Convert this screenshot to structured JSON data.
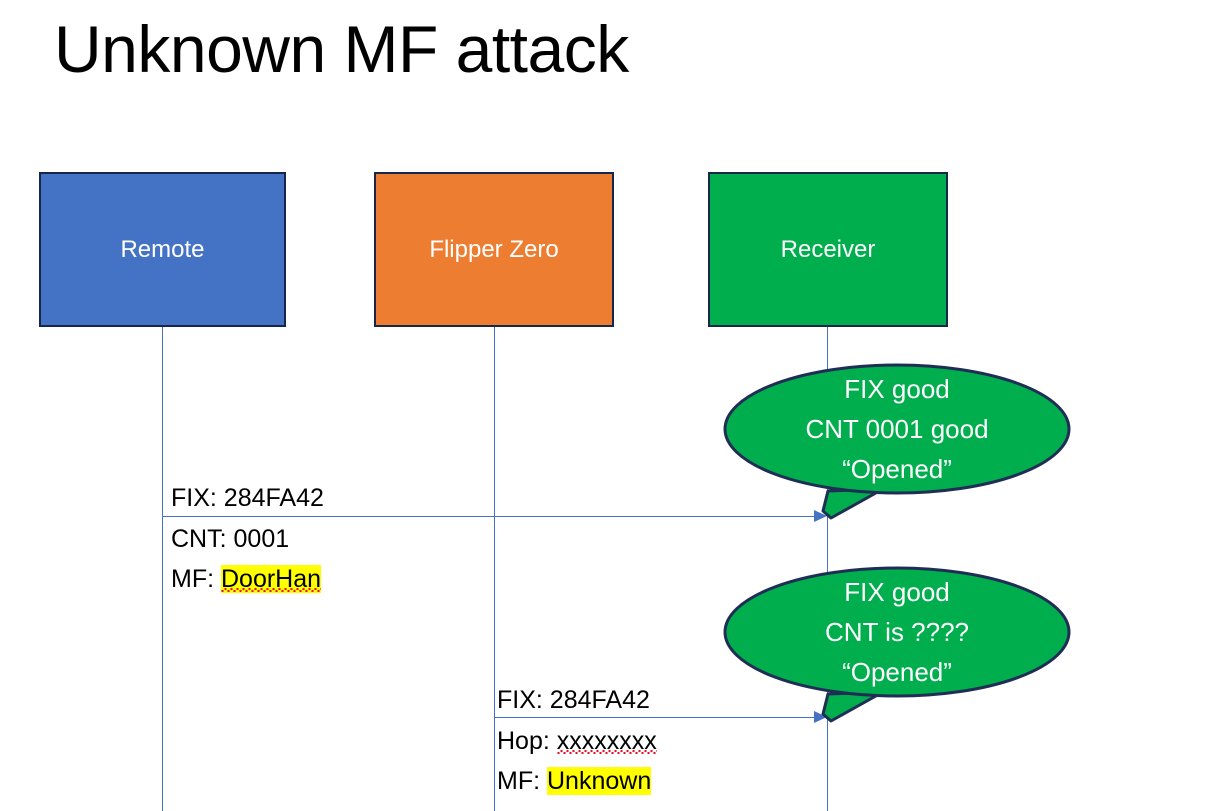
{
  "slide": {
    "title": "Unknown MF attack",
    "background": "#ffffff"
  },
  "colors": {
    "remote_box": "#4472C4",
    "flipper_box": "#ED7D31",
    "receiver_box": "#00AE4D",
    "box_border": "#15284B",
    "lifeline": "#4573C4",
    "arrow": "#4573C4",
    "bubble_fill": "#00AE4D",
    "bubble_outline": "#1F2E55",
    "highlight": "#FFFF00",
    "spellcheck_underline": "#E81123",
    "text": "#000000",
    "box_label_text": "#FFFFFF"
  },
  "actors": [
    {
      "id": "remote",
      "label": "Remote"
    },
    {
      "id": "flipper",
      "label": "Flipper Zero"
    },
    {
      "id": "receiver",
      "label": "Receiver"
    }
  ],
  "messages": [
    {
      "id": "remote-to-receiver",
      "from": "remote",
      "to": "receiver",
      "lines": [
        {
          "label": "FIX:",
          "value": "284FA42",
          "highlight": false,
          "spellcheck_error": false
        },
        {
          "label": "CNT:",
          "value": "0001",
          "highlight": false,
          "spellcheck_error": false
        },
        {
          "label": "MF:",
          "value": "DoorHan",
          "highlight": true,
          "spellcheck_error": true
        }
      ]
    },
    {
      "id": "flipper-to-receiver",
      "from": "flipper",
      "to": "receiver",
      "lines": [
        {
          "label": "FIX:",
          "value": "284FA42",
          "highlight": false,
          "spellcheck_error": false
        },
        {
          "label": "Hop:",
          "value": "xxxxxxxx",
          "highlight": false,
          "spellcheck_error": true
        },
        {
          "label": "MF:",
          "value": "Unknown",
          "highlight": true,
          "spellcheck_error": false
        }
      ]
    }
  ],
  "bubbles": [
    {
      "id": "receiver-response-1",
      "owner": "receiver",
      "lines": [
        "FIX good",
        "CNT 0001 good",
        "“Opened”"
      ]
    },
    {
      "id": "receiver-response-2",
      "owner": "receiver",
      "lines": [
        "FIX good",
        "CNT is ????",
        "“Opened”"
      ]
    }
  ]
}
